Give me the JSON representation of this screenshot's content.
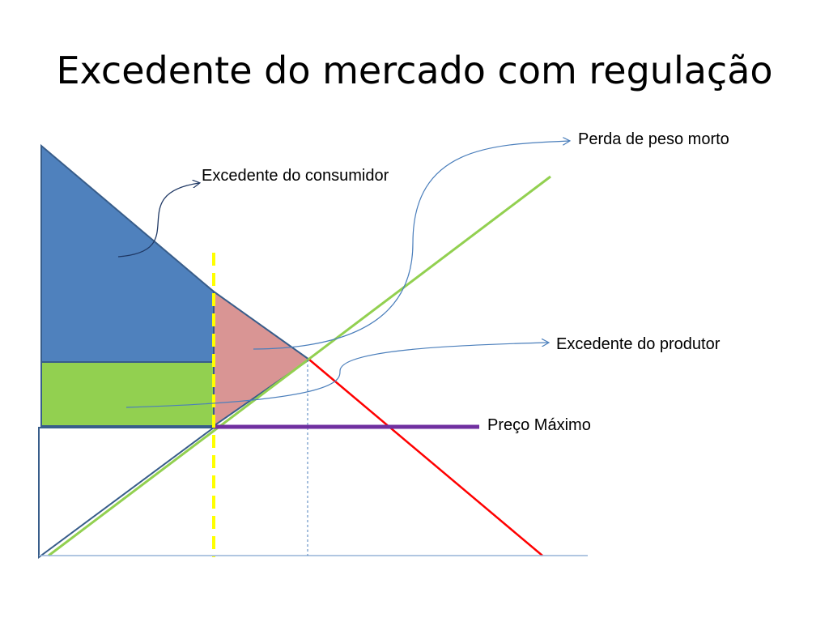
{
  "slide": {
    "title": "Excedente do mercado com regulação"
  },
  "labels": {
    "deadweight_loss": "Perda de peso morto",
    "consumer_surplus": "Excedente do consumidor",
    "producer_surplus": "Excedente do produtor",
    "price_ceiling": "Preço Máximo"
  },
  "colors": {
    "consumer_surplus_fill": "#4F81BD",
    "producer_surplus_fill": "#92D050",
    "deadweight_loss_fill": "#D99594",
    "demand_line": "#FF0000",
    "supply_line": "#92D050",
    "price_ceiling_line": "#7030A0",
    "regulated_quantity_line": "#FFFF00",
    "callout_line": "#4A7EBB",
    "axis_line": "#95B3D7"
  }
}
